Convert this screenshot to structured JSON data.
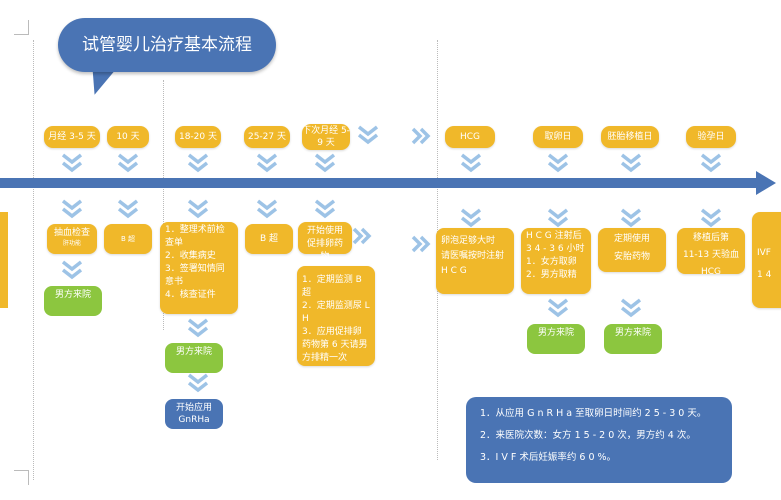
{
  "title": "试管婴儿治疗基本流程",
  "phase_labels": [
    "月经 3-5 天",
    "10 天",
    "18-20 天",
    "25-27 天",
    "下次月经 5-9 天",
    "HCG",
    "取卵日",
    "胚胎移植日",
    "验孕日"
  ],
  "tasks": {
    "blood": "抽血检查",
    "blood_sub": "肝功能",
    "ultrasound1": "B 超",
    "prep": [
      "1．整理术前检查单",
      "2．收集病史",
      "3．签署知情同意书",
      "4．核查证件"
    ],
    "bscan": "B 超",
    "start_ovulation": "开始使用促排卵药物",
    "monitor": [
      "1．定期监测 B 超",
      "2．定期监测尿 L H",
      "3．应用促排卵药物第 6 天请男方排精一次"
    ],
    "follicle": [
      "卵泡足够大时",
      "请医嘱按时注射 H C G"
    ],
    "hcg_after": [
      "H C G 注射后",
      "3 4 - 3 6 小时",
      "1．女方取卵",
      "2．男方取精"
    ],
    "transfer": [
      "定期使用",
      "安胎药物"
    ],
    "pregnancy": [
      "移植后第",
      "11-13 天验血 HCG"
    ],
    "ivf": [
      "IVF",
      "1 4"
    ],
    "male_visit": "男方来院",
    "start_gnrha": "开始应用 GnRHa"
  },
  "notes": [
    "1．从应用 G n R H a 至取卵日时间约 2 5 - 3 0 天。",
    "2．来医院次数：女方 1 5 - 2 0 次，男方约 4 次。",
    "3．I V F 术后妊娠率约 6 0 %。"
  ],
  "colors": {
    "yellow": "#f0b82a",
    "green": "#8cc63f",
    "blue": "#4a74b4",
    "chevron": "#9dc3e6"
  }
}
